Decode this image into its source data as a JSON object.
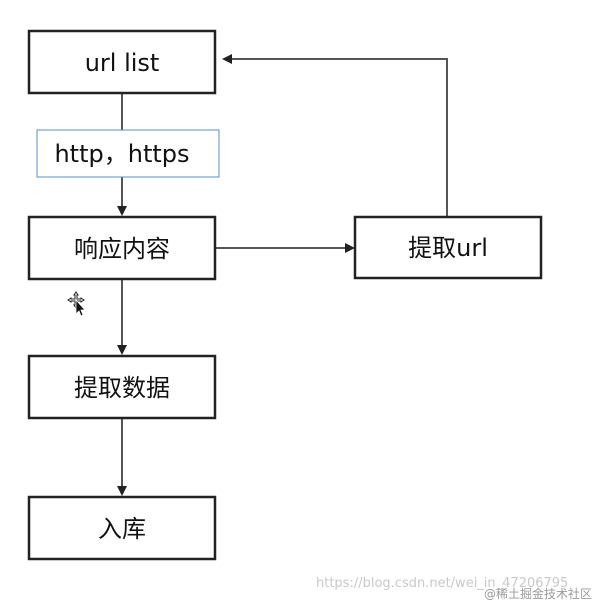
{
  "nodes": {
    "url_list": "url list",
    "response": "响应内容",
    "extract_url": "提取url",
    "extract_data": "提取数据",
    "store": "入库"
  },
  "edge_labels": {
    "protocol": "http，https"
  },
  "watermark": {
    "blog": "https://blog.csdn.net/wei_in_47206795",
    "community": "@稀土掘金技术社区"
  }
}
